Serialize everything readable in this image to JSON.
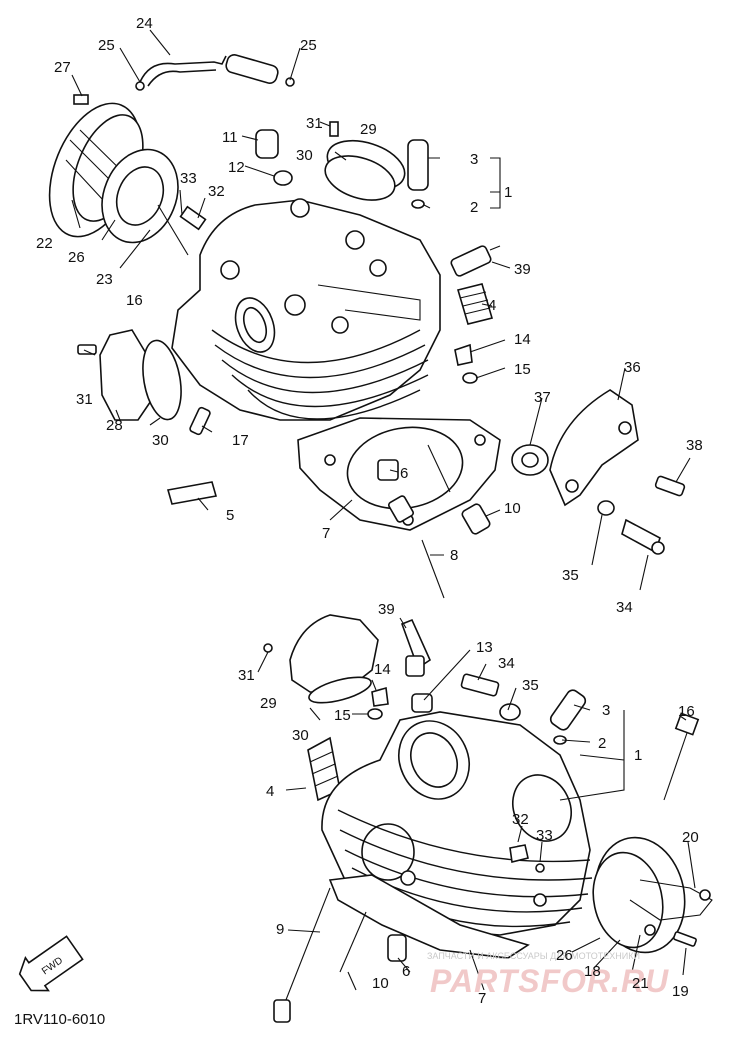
{
  "diagram_code": "1RV110-6010",
  "fwd_label": "FWD",
  "watermark": {
    "caption": "ЗАПЧАСТИ И АКСЕССУАРЫ ДЛЯ МОТОТЕХНИКИ",
    "brand": "PARTSFOR.RU"
  },
  "labels_top": [
    "24",
    "25",
    "25",
    "27",
    "11",
    "31",
    "29",
    "3",
    "30",
    "12",
    "2",
    "1",
    "33",
    "32",
    "22",
    "26",
    "23",
    "16",
    "39",
    "4",
    "31",
    "14",
    "15",
    "37",
    "36",
    "30",
    "17",
    "28",
    "38",
    "5",
    "6",
    "10",
    "7",
    "8",
    "35",
    "34"
  ],
  "labels_bottom": [
    "39",
    "13",
    "31",
    "34",
    "35",
    "29",
    "14",
    "3",
    "15",
    "2",
    "30",
    "1",
    "16",
    "4",
    "20",
    "32",
    "33",
    "9",
    "6",
    "10",
    "26",
    "18",
    "21",
    "19",
    "7"
  ]
}
